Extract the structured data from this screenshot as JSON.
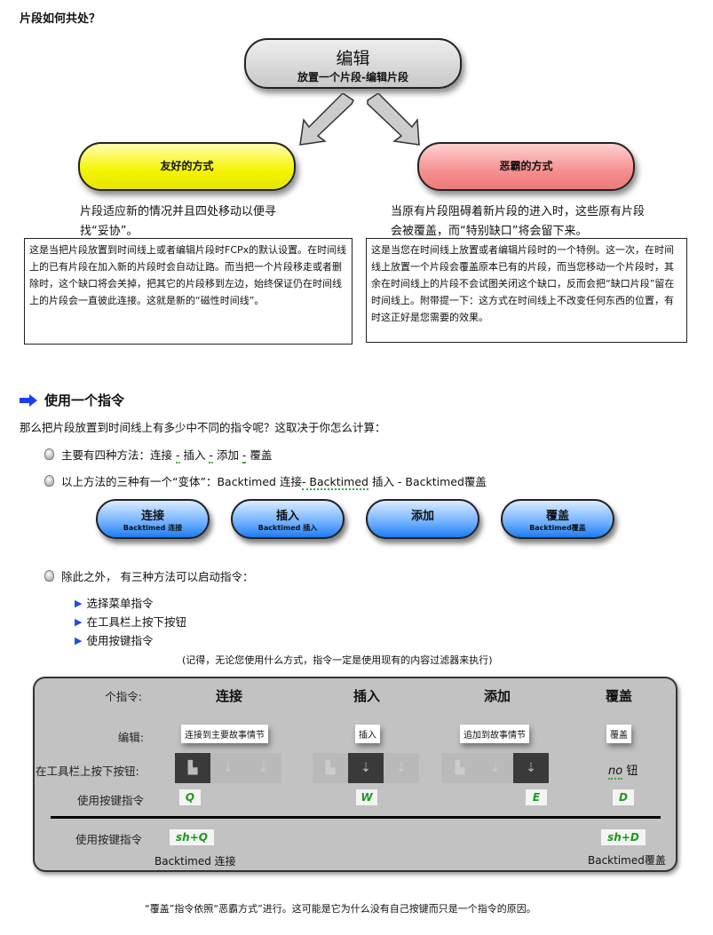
{
  "title": "片段如何共处？",
  "edit_box": {
    "title": "编辑",
    "subtitle": "放置一个片段-编辑片段"
  },
  "friendly": {
    "label": "友好的方式",
    "lead": [
      "片段适应新的情况并且四处移动以便寻",
      "找“妥协”。"
    ],
    "desc": "这是当把片段放置到时间线上或者编辑片段时FCPx的默认设置。在时间线上的已有片段在加入新的片段时会自动让路。而当把一个片段移走或者删除时，这个缺口将会关掉，把其它的片段移到左边，始终保证仍在时间线上的片段会一直彼此连接。这就是新的“磁性时间线”。"
  },
  "bully": {
    "label": "恶霸的方式",
    "lead": [
      "当原有片段阻碍着新片段的进入时，这些原有片段",
      "会被覆盖，而“特别缺口”将会留下来。"
    ],
    "desc": "这是当您在时间线上放置或者编辑片段时的一个特例。这一次，在时间线上放置一个片段会覆盖原本已有的片段，而当您移动一个片段时，其余在时间线上的片段不会试图关闭这个缺口，反而会把“缺口片段”留在时间线上。附带提一下：这方式在时间线上不改变任何东西的位置，有时这正好是您需要的效果。"
  },
  "section": {
    "heading": "使用一个指令",
    "intro": "那么把片段放置到时间线上有多少中不同的指令呢？这取决于你怎么计算：",
    "bullet1": [
      "主要有四种方法：连接 ",
      "-",
      " 插入 ",
      "-",
      " 添加 ",
      "-",
      " 覆盖"
    ],
    "bullet2": [
      "以上方法的三种有一个“变体”：Backtimed 连接",
      "- Backtimed",
      " 插入 - Backtimed覆盖"
    ],
    "buttons": [
      {
        "a": "连接",
        "b": "Backtimed 连接"
      },
      {
        "a": "插入",
        "b": "Backtimed 插入"
      },
      {
        "a": "添加",
        "b": ""
      },
      {
        "a": "覆盖",
        "b": "Backtimed覆盖"
      }
    ],
    "bullet3": "除此之外， 有三种方法可以启动指令：",
    "sub": [
      "选择菜单指令",
      "在工具栏上按下按钮",
      "使用按键指令"
    ],
    "note": "(记得，无论您使用什么方式，指令一定是使用现有的内容过滤器来执行)"
  },
  "table": {
    "row_labels": [
      "个指令:",
      "编辑:",
      "在工具栏上按下按钮:",
      "使用按键指令",
      "使用按键指令"
    ],
    "cols": [
      "连接",
      "插入",
      "添加",
      "覆盖"
    ],
    "menu": [
      "连接到主要故事情节",
      "插入",
      "追加到故事情节",
      "覆盖"
    ],
    "no_button": [
      "no",
      " 钮"
    ],
    "keys": [
      "Q",
      "W",
      "E",
      "D"
    ],
    "shift_keys": [
      "sh+Q",
      "sh+D"
    ],
    "backtimed": [
      "Backtimed 连接",
      "Backtimed覆盖"
    ]
  },
  "footer": "“覆盖”指令依照“恶霸方式”进行。这可能是它为什么没有自己按键而只是一个指令的原因。"
}
